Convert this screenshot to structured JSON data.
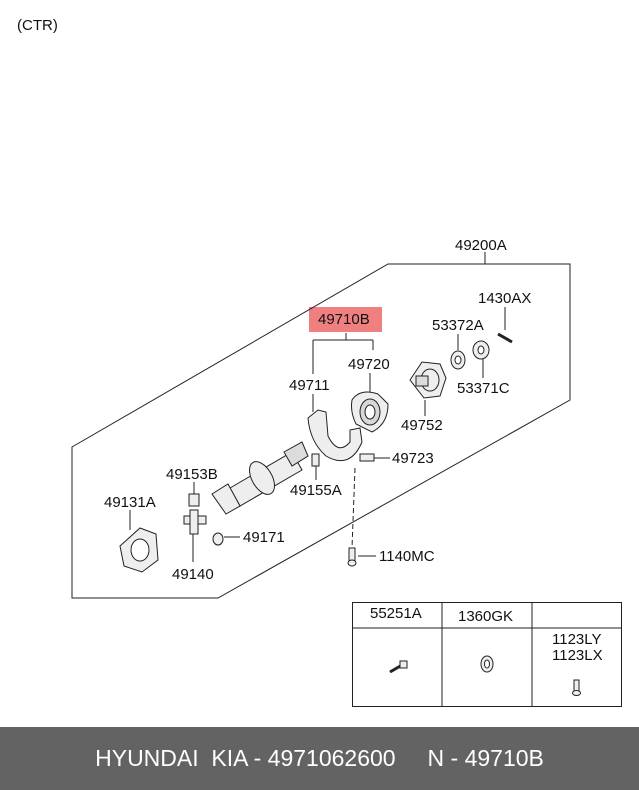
{
  "header": {
    "variant": "(CTR)"
  },
  "diagram": {
    "assembly_label": "49200A",
    "highlighted_part": "49710B",
    "parts": {
      "p1430AX": "1430AX",
      "p53372A": "53372A",
      "p53371C": "53371C",
      "p49720": "49720",
      "p49711": "49711",
      "p49752": "49752",
      "p49723": "49723",
      "p49153B": "49153B",
      "p49155A": "49155A",
      "p49131A": "49131A",
      "p49171": "49171",
      "p49140": "49140",
      "p1140MC": "1140MC"
    },
    "highlight_color": "#f08080"
  },
  "legend": {
    "col1": "55251A",
    "col2": "1360GK",
    "col3_line1": "1123LY",
    "col3_line2": "1123LX"
  },
  "footer": {
    "text": "HYUNDAI  KIA - 4971062600     N - 49710B",
    "background": "#636363"
  }
}
